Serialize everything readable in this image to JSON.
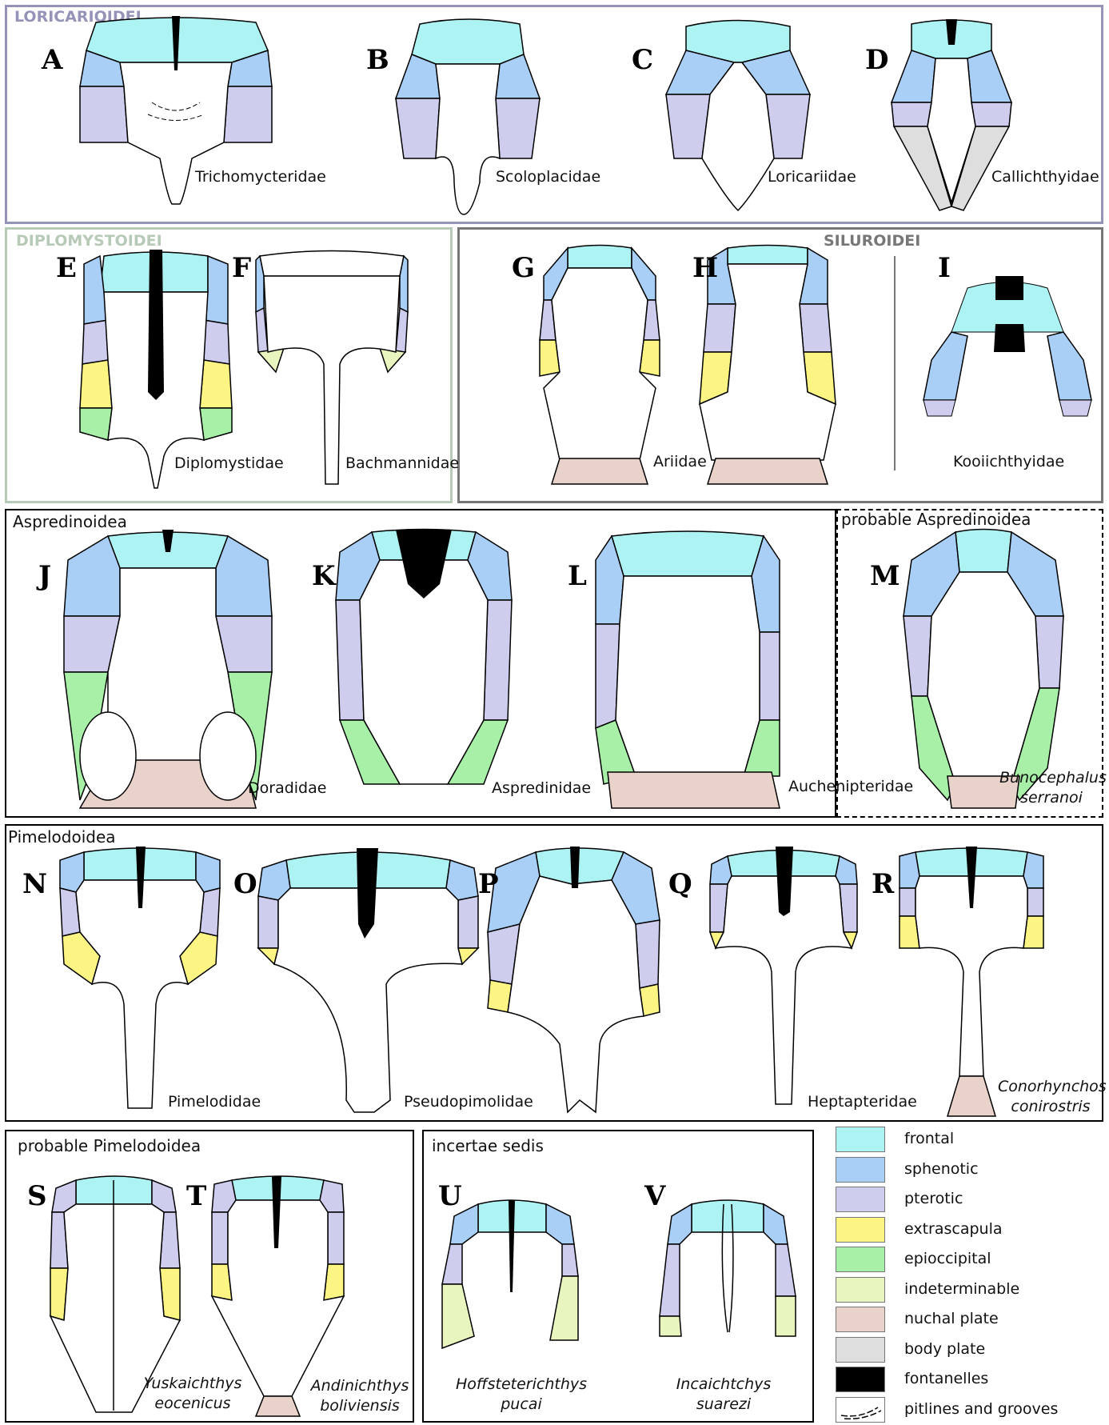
{
  "colors": {
    "frontal": "#aef3f3",
    "sphenotic": "#a9cff6",
    "pterotic": "#cfcdee",
    "extrascapula": "#fcf583",
    "epioccipital": "#a8f0a8",
    "indeterminable": "#e8f5be",
    "nuchal_plate": "#e9d2c9",
    "body_plate": "#dedede",
    "fontanelles": "#000000",
    "loricarioidei": "#9693b9",
    "diplomystoidei": "#b7c9b7",
    "siluroidei": "#777777"
  },
  "groups": {
    "loricarioidei": "LORICARIOIDEI",
    "diplomystoidei": "DIPLOMYSTOIDEI",
    "siluroidei": "SILUROIDEI",
    "aspredinoidea": "Aspredinoidea",
    "probable_aspredinoidea": "probable Aspredinoidea",
    "pimelodoidea": "Pimelodoidea",
    "probable_pimelodoidea": "probable Pimelodoidea",
    "incertae_sedis": "incertae sedis"
  },
  "panels": [
    {
      "letter": "A",
      "label": "Trichomycteridae"
    },
    {
      "letter": "B",
      "label": "Scoloplacidae"
    },
    {
      "letter": "C",
      "label": "Loricariidae"
    },
    {
      "letter": "D",
      "label": "Callichthyidae"
    },
    {
      "letter": "E",
      "label": "Diplomystidae"
    },
    {
      "letter": "F",
      "label": "Bachmannidae"
    },
    {
      "letter": "G",
      "label": "Ariidae"
    },
    {
      "letter": "H",
      "label": ""
    },
    {
      "letter": "I",
      "label": "Kooiichthyidae"
    },
    {
      "letter": "J",
      "label": "Doradidae"
    },
    {
      "letter": "K",
      "label": "Aspredinidae"
    },
    {
      "letter": "L",
      "label": "Auchenipteridae"
    },
    {
      "letter": "M",
      "label": "Bunocephalus serranoi",
      "line1": "Bunocephalus",
      "line2": "serranoi"
    },
    {
      "letter": "N",
      "label": "Pimelodidae"
    },
    {
      "letter": "O",
      "label": "Pseudopimolidae"
    },
    {
      "letter": "P",
      "label": ""
    },
    {
      "letter": "Q",
      "label": "Heptapteridae"
    },
    {
      "letter": "R",
      "label": "Conorhynchos conirostris",
      "line1": "Conorhynchos",
      "line2": "conirostris"
    },
    {
      "letter": "S",
      "label": "Yuskaichthys eocenicus",
      "line1": "Yuskaichthys",
      "line2": "eocenicus"
    },
    {
      "letter": "T",
      "label": "Andinichthys boliviensis",
      "line1": "Andinichthys",
      "line2": "boliviensis"
    },
    {
      "letter": "U",
      "label": "Hoffsteterichthys pucai",
      "line1": "Hoffsteterichthys",
      "line2": "pucai"
    },
    {
      "letter": "V",
      "label": "Incaichtchys suarezi",
      "line1": "Incaichtchys",
      "line2": "suarezi"
    }
  ],
  "legend": [
    {
      "label": "frontal",
      "color": "#aef3f3"
    },
    {
      "label": "sphenotic",
      "color": "#a9cff6"
    },
    {
      "label": "pterotic",
      "color": "#cfcdee"
    },
    {
      "label": "extrascapula",
      "color": "#fcf583"
    },
    {
      "label": "epioccipital",
      "color": "#a8f0a8"
    },
    {
      "label": "indeterminable",
      "color": "#e8f5be"
    },
    {
      "label": "nuchal plate",
      "color": "#e9d2c9"
    },
    {
      "label": "body plate",
      "color": "#dedede"
    },
    {
      "label": "fontanelles",
      "color": "#000000"
    },
    {
      "label": "pitlines and grooves",
      "color": "#ffffff"
    }
  ]
}
